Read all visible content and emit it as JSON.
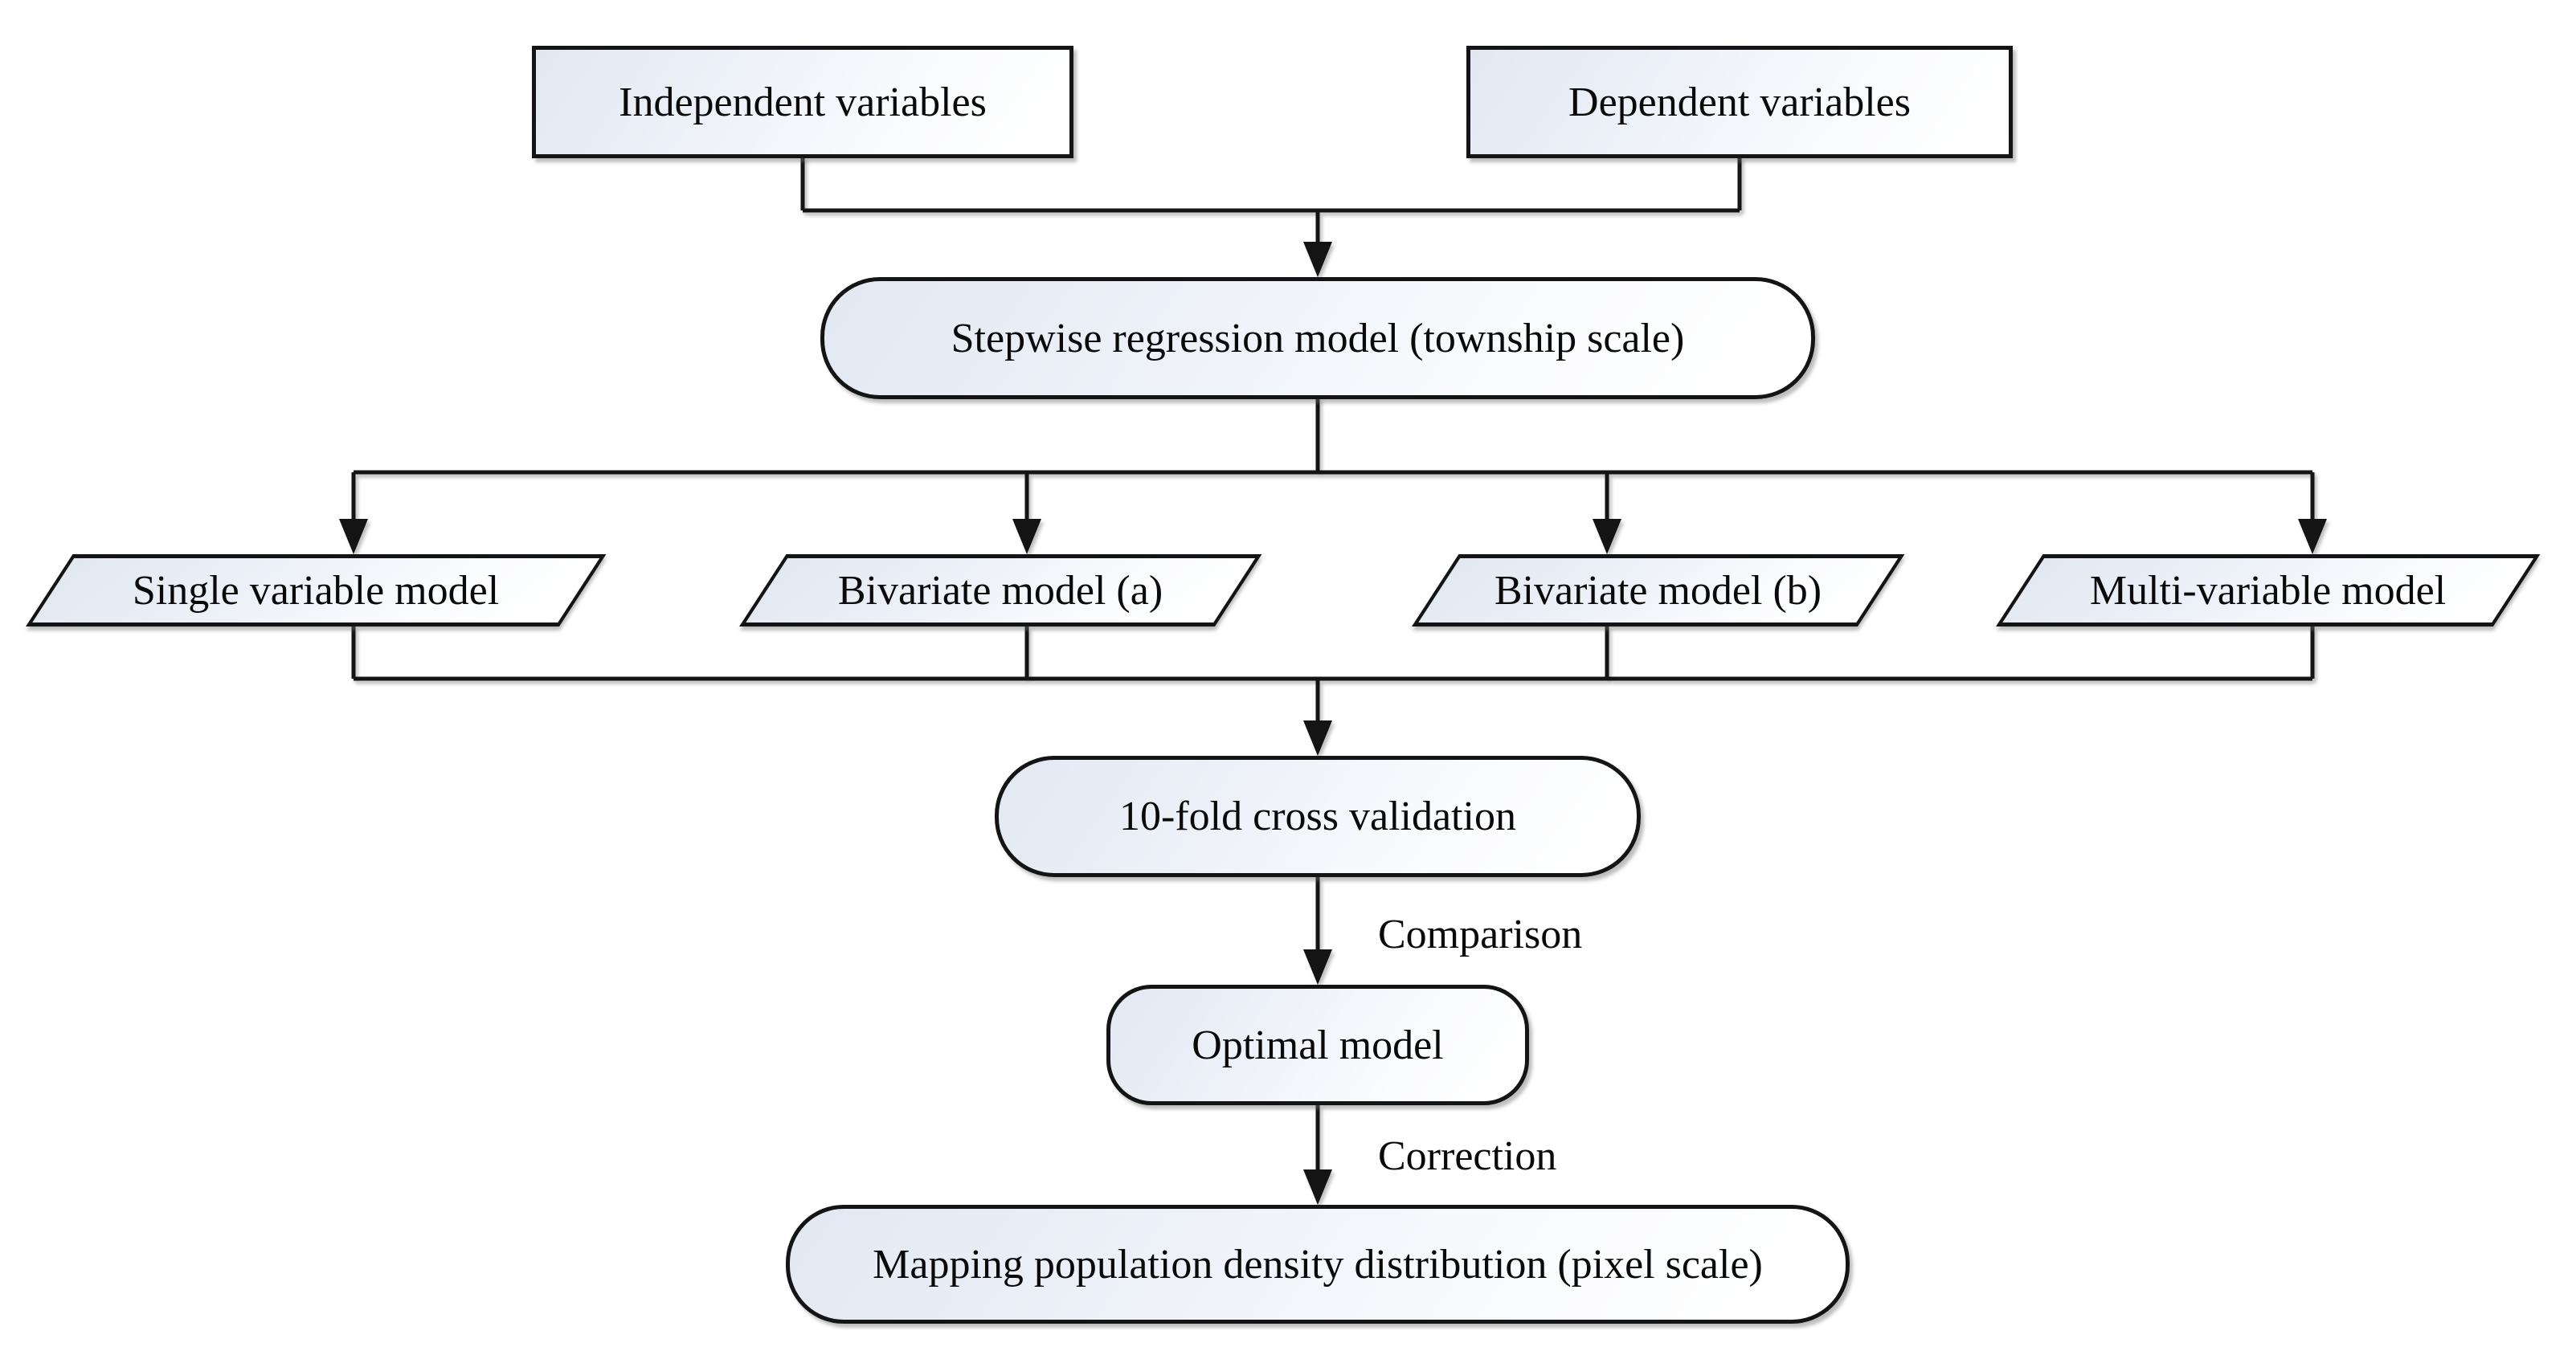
{
  "diagram": {
    "background": "#ffffff",
    "stroke_color": "#141414",
    "fill_top": "#e2e8f2",
    "fill_bottom": "#ffffff",
    "nodes": {
      "independent": {
        "label": "Independent variables",
        "shape": "rectangle"
      },
      "dependent": {
        "label": "Dependent variables",
        "shape": "rectangle"
      },
      "stepwise": {
        "label": "Stepwise regression model (township scale)",
        "shape": "rounded-rectangle"
      },
      "single": {
        "label": "Single variable model",
        "shape": "parallelogram"
      },
      "bivariate_a": {
        "label": "Bivariate model (a)",
        "shape": "parallelogram"
      },
      "bivariate_b": {
        "label": "Bivariate model (b)",
        "shape": "parallelogram"
      },
      "multivariable": {
        "label": "Multi-variable model",
        "shape": "parallelogram"
      },
      "cross_validation": {
        "label": "10-fold cross validation",
        "shape": "rounded-rectangle"
      },
      "optimal": {
        "label": "Optimal model",
        "shape": "rounded-rectangle"
      },
      "mapping": {
        "label": "Mapping population density distribution (pixel scale)",
        "shape": "rounded-rectangle"
      }
    },
    "edge_labels": {
      "comparison": "Comparison",
      "correction": "Correction"
    },
    "edges": [
      {
        "from": "Independent variables",
        "to": "Stepwise regression model (township scale)",
        "label": ""
      },
      {
        "from": "Dependent variables",
        "to": "Stepwise regression model (township scale)",
        "label": ""
      },
      {
        "from": "Stepwise regression model (township scale)",
        "to": "Single variable model",
        "label": ""
      },
      {
        "from": "Stepwise regression model (township scale)",
        "to": "Bivariate model (a)",
        "label": ""
      },
      {
        "from": "Stepwise regression model (township scale)",
        "to": "Bivariate model (b)",
        "label": ""
      },
      {
        "from": "Stepwise regression model (township scale)",
        "to": "Multi-variable model",
        "label": ""
      },
      {
        "from": "Single variable model",
        "to": "10-fold cross validation",
        "label": ""
      },
      {
        "from": "Bivariate model (a)",
        "to": "10-fold cross validation",
        "label": ""
      },
      {
        "from": "Bivariate model (b)",
        "to": "10-fold cross validation",
        "label": ""
      },
      {
        "from": "Multi-variable model",
        "to": "10-fold cross validation",
        "label": ""
      },
      {
        "from": "10-fold cross validation",
        "to": "Optimal model",
        "label": "Comparison"
      },
      {
        "from": "Optimal model",
        "to": "Mapping population density distribution (pixel scale)",
        "label": "Correction"
      }
    ]
  }
}
